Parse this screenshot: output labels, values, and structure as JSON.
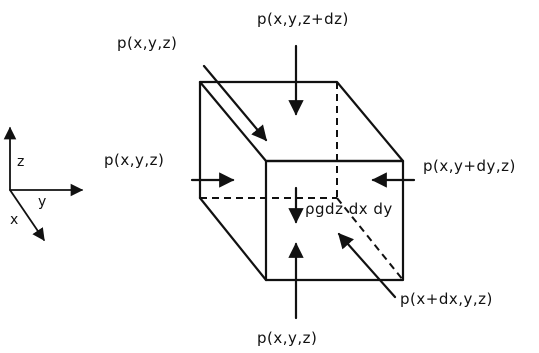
{
  "axes": {
    "z": "z",
    "y": "y",
    "x": "x"
  },
  "labels": {
    "top": "p(x,y,z+dz)",
    "upper_left": "p(x,y,z)",
    "left": "p(x,y,z)",
    "right": "p(x,y+dy,z)",
    "body_force": "ρgdz dx dy",
    "bottom_right": "p(x+dx,y,z)",
    "bottom": "p(x,y,z)"
  }
}
